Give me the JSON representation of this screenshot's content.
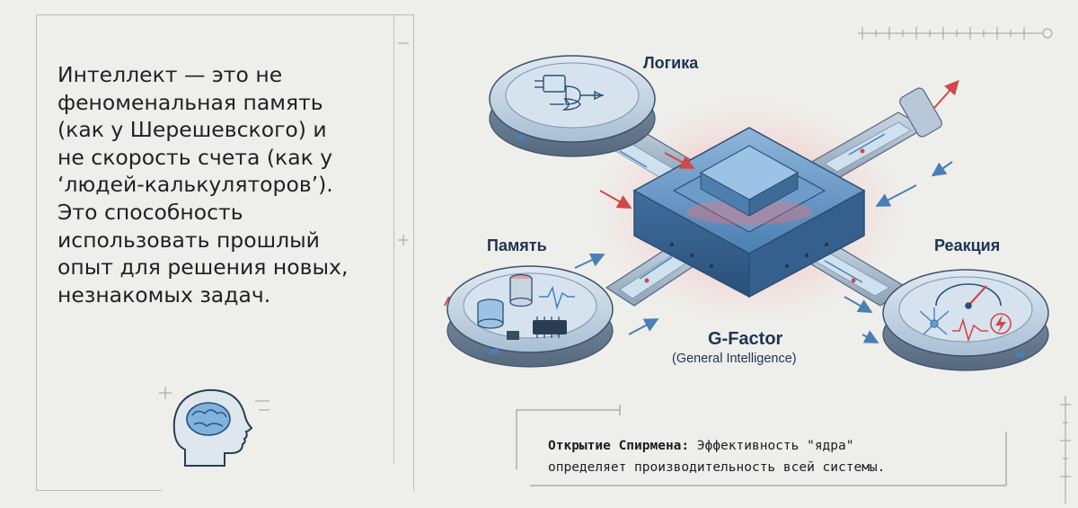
{
  "intro": {
    "lines": [
      "Интеллект — это не",
      "феноменальная память",
      "(как у Шерешевского) и",
      "не скорость счета (как у",
      "‘людей-калькуляторов’).",
      "Это способность",
      "использовать прошлый",
      "опыт для решения новых,",
      "незнакомых задач."
    ]
  },
  "diagram": {
    "core": {
      "title": "G-Factor",
      "subtitle": "(General Intelligence)"
    },
    "nodes": {
      "logic": "Логика",
      "memory": "Память",
      "reaction": "Реакция"
    }
  },
  "caption": {
    "lead": "Открытие Спирмена:",
    "line1_rest": " Эффективность \"ядра\"",
    "line2": "определяет производительность всей системы."
  },
  "colors": {
    "background": "#eeeeeb",
    "accent_blue": "#4a7fb5",
    "glow_red": "#e04848",
    "text_dark": "#1f3452"
  },
  "icons": [
    "head-brain-icon",
    "logic-gate-icon",
    "database-icon",
    "chip-icon",
    "gauge-icon",
    "neuron-icon",
    "lightning-icon"
  ]
}
